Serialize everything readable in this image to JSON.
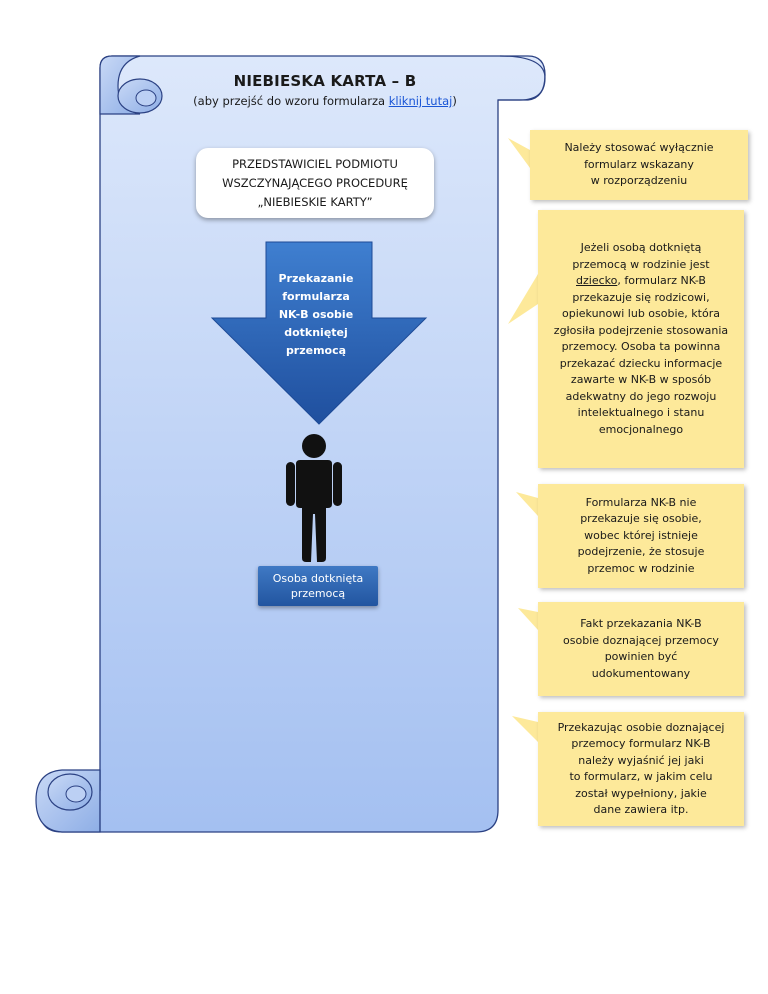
{
  "scroll": {
    "title": "NIEBIESKA KARTA – B",
    "subtitle_before": "(aby przejść do wzoru formularza ",
    "subtitle_link": "kliknij tutaj",
    "subtitle_after": ")"
  },
  "representative_box": {
    "text": "PRZEDSTAWICIEL PODMIOTU\nWSZCZYNAJĄCEGO PROCEDURĘ\n„NIEBIESKIE KARTY”"
  },
  "arrow": {
    "text": "Przekazanie\nformularza\nNK-B osobie\ndotkniętej\nprzemocą"
  },
  "person_box": {
    "text": "Osoba dotknięta\nprzemocą"
  },
  "callouts": {
    "c1": "Należy stosować wyłącznie\nformularz wskazany\nw rozporządzeniu",
    "c2_before": "Jeżeli osobą dotkniętą\nprzemocą w rodzinie jest\n",
    "c2_underlined": "dziecko",
    "c2_after": ", formularz NK-B\nprzekazuje się rodzicowi,\nopiekunowi lub osobie, która\nzgłosiła podejrzenie stosowania\nprzemocy. Osoba ta powinna\nprzekazać dziecku informacje\nzawarte w NK-B w sposób\nadekwatny do jego rozwoju\nintelektualnego i stanu\nemocjonalnego",
    "c3": "Formularza NK-B nie\nprzekazuje się osobie,\nwobec której istnieje\npodejrzenie, że stosuje\nprzemoc w rodzinie",
    "c4": "Fakt przekazania NK-B\nosobie doznającej przemocy\npowinien być\nudokumentowany",
    "c5": "Przekazując osobie doznającej\nprzemocy formularz NK-B\nnależy wyjaśnić jej jaki\nto formularz, w jakim celu\nzostał wypełniony, jakie\ndane zawiera itp."
  },
  "colors": {
    "scroll_top": "#dbe7fb",
    "scroll_bottom": "#a9c4f2",
    "scroll_border": "#2a3f7a",
    "arrow_blue": "#2b66b8",
    "callout_yellow": "#fde99a"
  },
  "icons": {
    "person": "person-icon"
  }
}
